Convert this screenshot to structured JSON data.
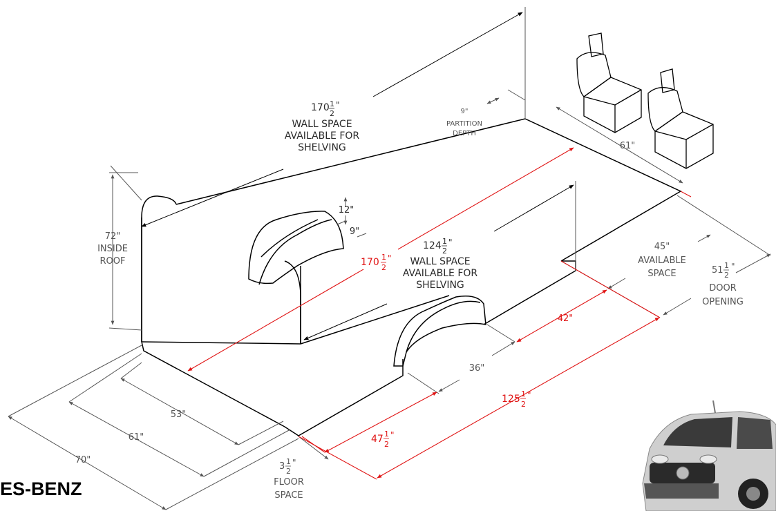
{
  "colors": {
    "outline": "#000000",
    "dimension": "#666666",
    "highlight": "#e01414"
  },
  "brand": "ES-BENZ",
  "labels": {
    "wall_top": {
      "whole": "170",
      "num": "1",
      "den": "2",
      "suffix": "\"",
      "lines": [
        "WALL SPACE",
        "AVAILABLE FOR",
        "SHELVING"
      ]
    },
    "partition": {
      "value": "9\"",
      "lines": [
        "PARTITION",
        "DEPTH"
      ]
    },
    "seats_width": "61\"",
    "inside_roof": {
      "value": "72\"",
      "lines": [
        "INSIDE",
        "ROOF"
      ]
    },
    "wheel_height": "12\"",
    "wheel_depth": "9\"",
    "wall_inner": {
      "whole": "124",
      "num": "1",
      "den": "2",
      "suffix": "\"",
      "lines": [
        "WALL SPACE",
        "AVAILABLE FOR",
        "SHELVING"
      ]
    },
    "floor_length_red": {
      "whole": "170",
      "num": "1",
      "den": "2",
      "suffix": "\""
    },
    "available_space": {
      "value": "45\"",
      "lines": [
        "AVAILABLE",
        "SPACE"
      ]
    },
    "door_opening": {
      "whole": "51",
      "num": "1",
      "den": "2",
      "suffix": "\"",
      "lines": [
        "DOOR",
        "OPENING"
      ]
    },
    "red_42": "42\"",
    "dim_36": "36\"",
    "red_125": {
      "whole": "125",
      "num": "1",
      "den": "2",
      "suffix": "\""
    },
    "red_47": {
      "whole": "47",
      "num": "1",
      "den": "2",
      "suffix": "\""
    },
    "width_53": "53\"",
    "width_61": "61\"",
    "width_70": "70\"",
    "floor_space": {
      "whole": "3",
      "num": "1",
      "den": "2",
      "suffix": "\"",
      "lines": [
        "FLOOR",
        "SPACE"
      ]
    }
  }
}
